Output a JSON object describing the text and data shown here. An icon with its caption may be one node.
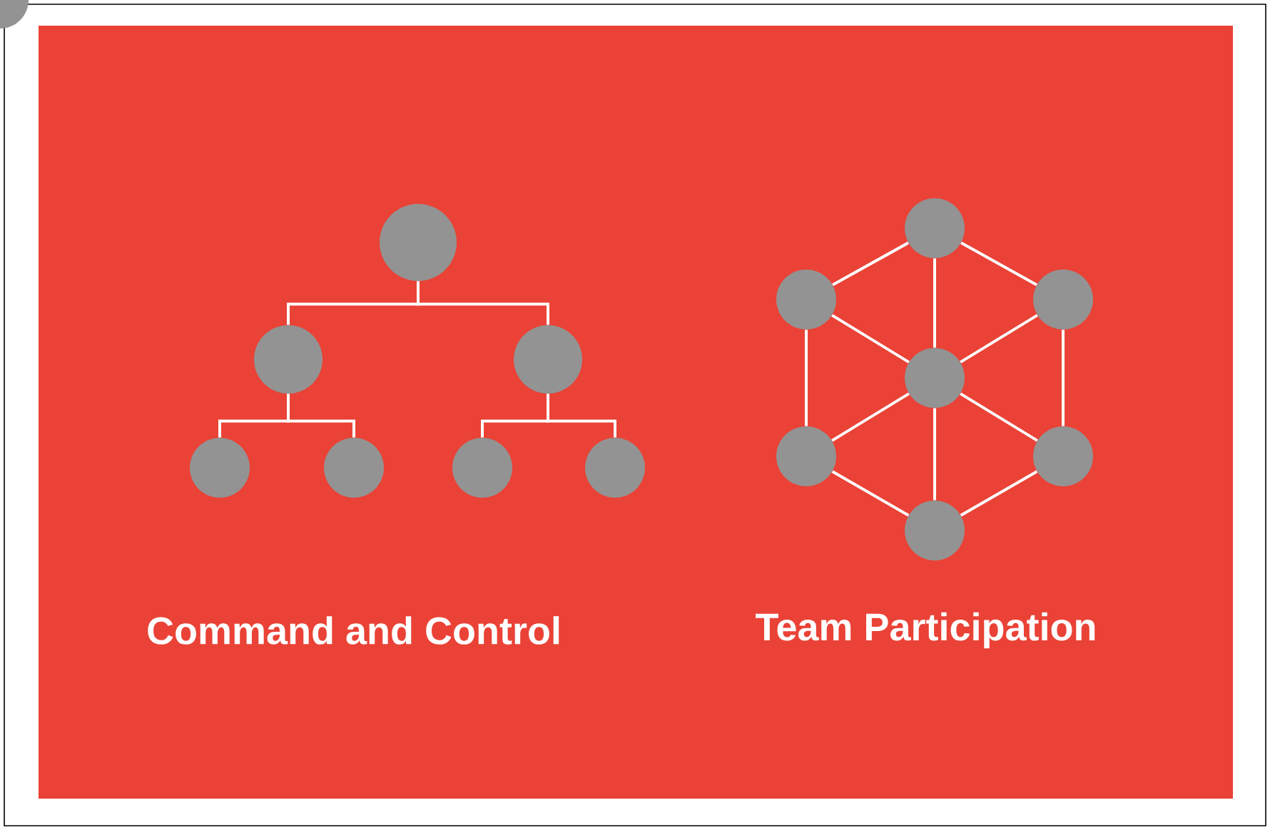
{
  "diagram": {
    "nodes": [
      {
        "text": [],
        "shape": "circle"
      },
      {
        "text": [],
        "shape": "circle"
      },
      {
        "text": [],
        "shape": "circle"
      },
      {
        "text": [],
        "shape": "circle"
      },
      {
        "text": [],
        "shape": "circle"
      },
      {
        "text": [],
        "shape": "circle"
      },
      {
        "text": [],
        "shape": "circle"
      },
      {
        "text": [],
        "shape": "circle"
      },
      {
        "text": [],
        "shape": "circle"
      },
      {
        "text": [],
        "shape": "circle"
      },
      {
        "text": [],
        "shape": "circle"
      },
      {
        "text": [],
        "shape": "circle"
      },
      {
        "text": [],
        "shape": "circle"
      },
      {
        "text": [],
        "shape": "circle"
      },
      {
        "text": [],
        "shape": "circle"
      }
    ],
    "edges": [
      {
        "from": 0,
        "to": 1,
        "arrow": "none"
      },
      {
        "from": 0,
        "to": 2,
        "arrow": "none"
      },
      {
        "from": 1,
        "to": 3,
        "arrow": "none"
      },
      {
        "from": 1,
        "to": 4,
        "arrow": "none"
      },
      {
        "from": 2,
        "to": 5,
        "arrow": "none"
      },
      {
        "from": 2,
        "to": 6,
        "arrow": "none"
      },
      {
        "from": 7,
        "to": 8,
        "arrow": "none"
      },
      {
        "from": 7,
        "to": 9,
        "arrow": "none"
      },
      {
        "from": 8,
        "to": 11,
        "arrow": "none"
      },
      {
        "from": 9,
        "to": 12,
        "arrow": "none"
      },
      {
        "from": 11,
        "to": 13,
        "arrow": "none"
      },
      {
        "from": 12,
        "to": 13,
        "arrow": "none"
      },
      {
        "from": 10,
        "to": 7,
        "arrow": "none"
      },
      {
        "from": 10,
        "to": 8,
        "arrow": "none"
      },
      {
        "from": 10,
        "to": 9,
        "arrow": "none"
      },
      {
        "from": 10,
        "to": 11,
        "arrow": "none"
      },
      {
        "from": 10,
        "to": 12,
        "arrow": "none"
      },
      {
        "from": 10,
        "to": 13,
        "arrow": "none"
      }
    ],
    "labels": [
      "Command and Control",
      "Team Participation"
    ]
  }
}
